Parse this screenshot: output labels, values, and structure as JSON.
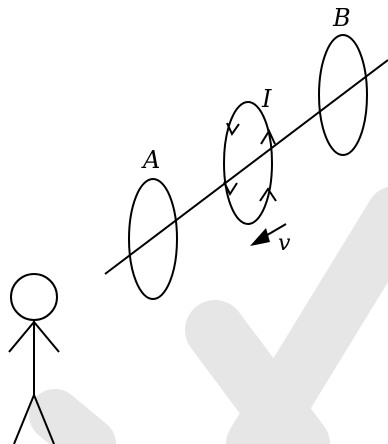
{
  "labels": {
    "ring_a": "A",
    "ring_b": "B",
    "current": "I",
    "velocity": "v"
  },
  "colors": {
    "ink": "#000000",
    "watermark": "#e6e6e6"
  }
}
